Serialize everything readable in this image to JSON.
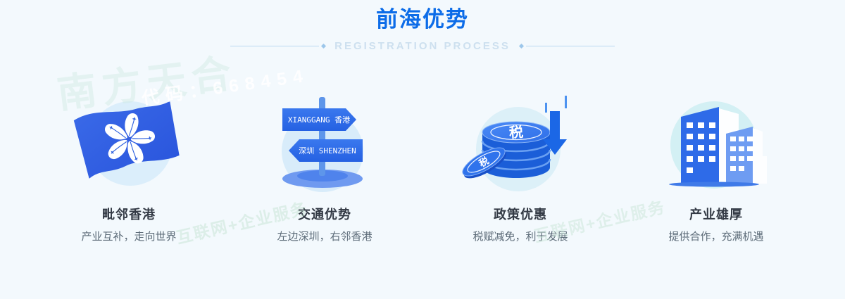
{
  "page": {
    "background": "#f3f9fd"
  },
  "header": {
    "title": "前海优势",
    "subtitle": "REGISTRATION PROCESS"
  },
  "watermarks": [
    "南方天合",
    "代码：668454",
    "互联网+企业服务",
    "互联网+企业服务"
  ],
  "features": [
    {
      "icon": "hongkong-flag-icon",
      "title": "毗邻香港",
      "desc": "产业互补，走向世界"
    },
    {
      "icon": "signpost-icon",
      "title": "交通优势",
      "desc": "左边深圳，右邻香港",
      "sign_top": "XIANGGANG 香港",
      "sign_bottom": "深圳 SHENZHEN"
    },
    {
      "icon": "tax-coins-icon",
      "title": "政策优惠",
      "desc": "税赋减免，利于发展",
      "coin_label": "税"
    },
    {
      "icon": "buildings-icon",
      "title": "产业雄厚",
      "desc": "提供合作，充满机遇"
    }
  ],
  "colors": {
    "accent": "#0c6ce8",
    "icon_blue": "#2a66e6",
    "title_text": "#333a45",
    "desc_text": "#5c6b78",
    "subtitle": "#cde0ef"
  }
}
